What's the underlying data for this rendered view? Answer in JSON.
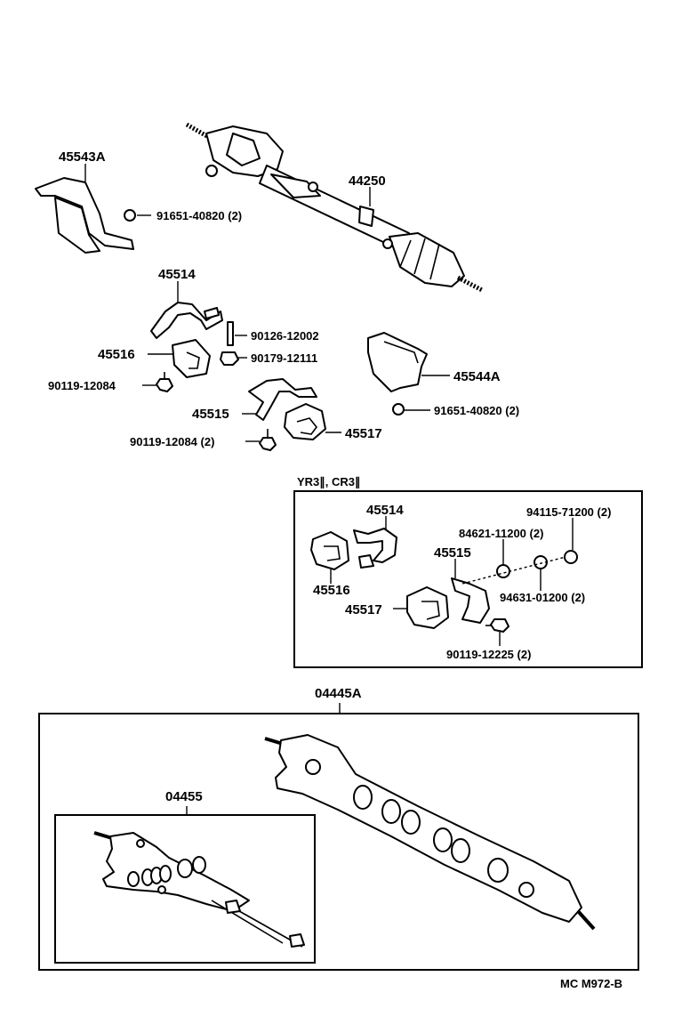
{
  "callouts": {
    "p45543A": "45543A",
    "p44250": "44250",
    "p91651_top": "91651-40820 (2)",
    "p45514": "45514",
    "p90126": "90126-12002",
    "p45516": "45516",
    "p90179": "90179-12111",
    "p90119_a": "90119-12084",
    "p45544A": "45544A",
    "p45515": "45515",
    "p91651_bot": "91651-40820 (2)",
    "p45517": "45517",
    "p90119_b": "90119-12084 (2)"
  },
  "variant_box": {
    "title": "YR3∥, CR3∥",
    "p45514": "45514",
    "p94115": "94115-71200 (2)",
    "p84621": "84621-11200 (2)",
    "p45515": "45515",
    "p45516": "45516",
    "p45517": "45517",
    "p94631": "94631-01200 (2)",
    "p90119": "90119-12225 (2)"
  },
  "kit_box": {
    "p04445A": "04445A",
    "p04455": "04455"
  },
  "footer": {
    "code": "MC M972-B"
  }
}
